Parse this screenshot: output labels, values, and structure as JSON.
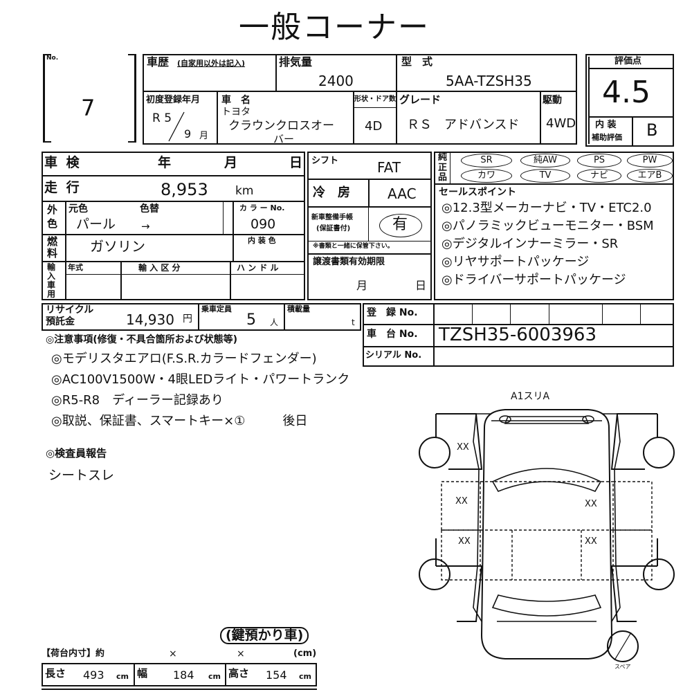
{
  "title": "一般コーナー",
  "lot": {
    "no_label": "No.",
    "number": "7"
  },
  "history": {
    "label": "車歴",
    "note": "(自家用以外は記入)"
  },
  "displacement": {
    "label": "排気量",
    "value": "2400"
  },
  "model": {
    "label": "型　式",
    "value": "5AA-TZSH35"
  },
  "score": {
    "label": "評価点",
    "value": "4.5",
    "interior_label_1": "内 装",
    "interior_label_2": "補助評価",
    "interior_value": "B"
  },
  "first_reg": {
    "label": "初度登録年月",
    "era": "R 5",
    "month": "9",
    "month_unit": "月"
  },
  "car_name": {
    "label": "車　名",
    "maker": "トヨタ",
    "name_1": "クラウンクロスオー",
    "name_2": "バー"
  },
  "doors": {
    "label": "形状・ドア数",
    "value": "4D"
  },
  "grade": {
    "label": "グレード",
    "value": "ＲＳ　アドバンスド"
  },
  "drive": {
    "label": "駆動",
    "value": "4WD"
  },
  "inspection": {
    "label": "車 検",
    "year": "年",
    "month": "月",
    "day": "日"
  },
  "shift": {
    "label": "シフト",
    "value": "FAT"
  },
  "mileage": {
    "label": "走 行",
    "value": "8,953",
    "unit": "km"
  },
  "aircon": {
    "label": "冷　房",
    "value": "AAC"
  },
  "color": {
    "side_1": "外",
    "side_2": "色",
    "orig_label": "元色",
    "change_label": "色替",
    "orig_value": "パール",
    "arrow": "→",
    "code_label": "カ ラ ー No.",
    "code_value": "090"
  },
  "maintenance": {
    "label_1": "新車整備手帳",
    "label_2": "(保証書付)",
    "value": "有",
    "note": "※書類と一緒に保管下さい。"
  },
  "fuel": {
    "side_1": "燃",
    "side_2": "料",
    "value": "ガソリン",
    "interior_color_label": "内 装 色"
  },
  "import": {
    "side": "輸入車用",
    "year_label": "年式",
    "class_label": "輸 入 区 分",
    "handle_label": "ハ ン ド ル"
  },
  "transfer": {
    "label": "譲渡書類有効期限",
    "month": "月",
    "day": "日"
  },
  "equipment": {
    "side_1": "純",
    "side_2": "正",
    "side_3": "品",
    "items": [
      "SR",
      "純AW",
      "PS",
      "PW",
      "カワ",
      "TV",
      "ナビ",
      "エアB"
    ]
  },
  "sales_points": {
    "label": "セールスポイント",
    "items": [
      "◎12.3型メーカーナビ・TV・ETC2.0",
      "◎パノラミックビューモニター・BSM",
      "◎デジタルインナーミラー・SR",
      "◎リヤサポートパッケージ",
      "◎ドライバーサポートパッケージ"
    ]
  },
  "recycle": {
    "label_1": "リサイクル",
    "label_2": "預託金",
    "value": "14,930",
    "unit": "円"
  },
  "capacity": {
    "label": "乗車定員",
    "value": "5",
    "unit": "人"
  },
  "load": {
    "label": "積載量",
    "unit": "t"
  },
  "registration": {
    "label": "登　録 No.",
    "chassis_label": "車　台 No.",
    "chassis_value": "TZSH35-6003963",
    "serial_label": "シリアル No."
  },
  "notes": {
    "label": "◎注意事項(修復・不具合箇所および状態等)",
    "items": [
      "◎モデリスタエアロ(F.S.R.カラードフェンダー)",
      "◎AC100V1500W・4眼LEDライト・パワートランク",
      "◎R5-R8　ディーラー記録あり",
      "◎取説、保証書、スマートキー×①　　　後日"
    ]
  },
  "inspector": {
    "label": "◎検査員報告",
    "value": "シートスレ"
  },
  "diagram": {
    "top_label": "A1スリA",
    "marks": [
      "XX",
      "XX",
      "XX",
      "XX",
      "XX"
    ],
    "spare_label": "スペア"
  },
  "key_stamp": "(鍵預かり車)",
  "cargo": {
    "label": "【荷台内寸】約",
    "x1": "×",
    "x2": "×",
    "unit": "(cm)",
    "length_label": "長さ",
    "length_value": "493",
    "width_label": "幅",
    "width_value": "184",
    "height_label": "高さ",
    "height_value": "154",
    "cm": "cm"
  }
}
